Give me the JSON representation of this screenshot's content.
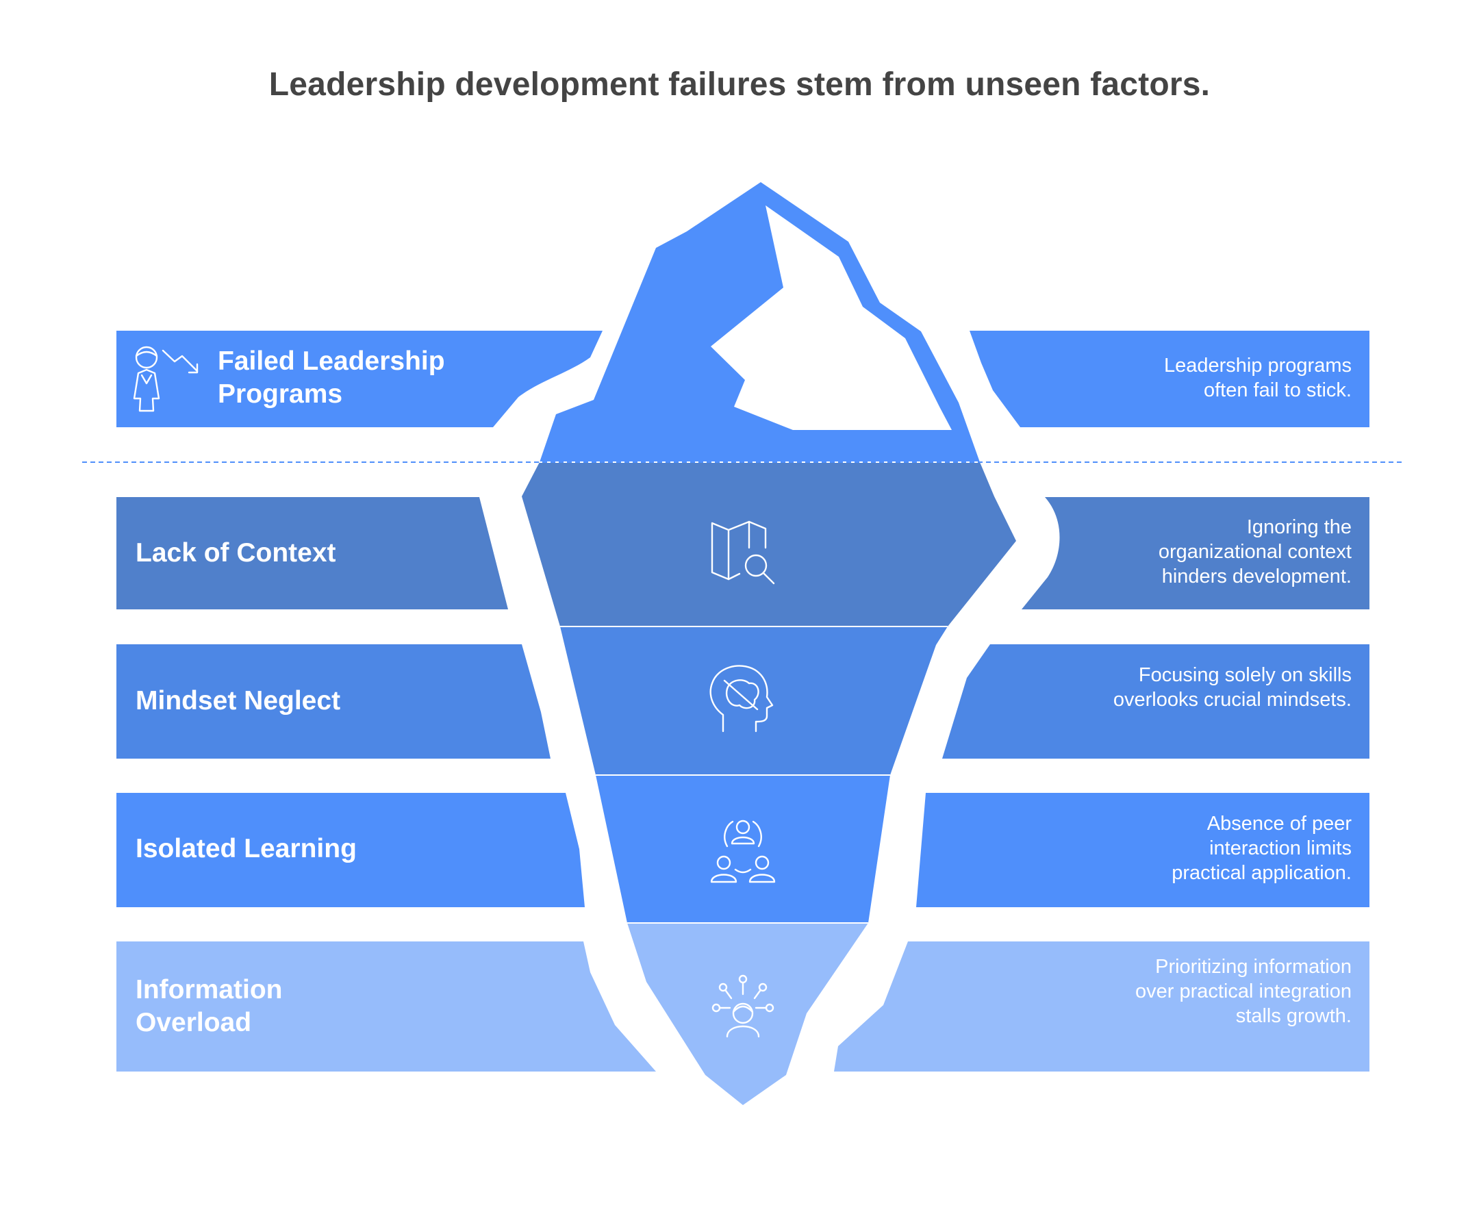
{
  "title": "Leadership development failures stem from unseen factors.",
  "colors": {
    "tip": "#4f8ffb",
    "layer_context": "#5080cb",
    "layer_mindset": "#4d87e5",
    "layer_isolated": "#4f8ffb",
    "layer_overload": "#96bcfb",
    "waterline": "#4f8ffb",
    "title_text": "#444444"
  },
  "layers": [
    {
      "label": "Failed Leadership Programs",
      "description": "Leadership programs often fail to stick.",
      "icon": "person-decline-icon",
      "position": "above-water"
    },
    {
      "label": "Lack of Context",
      "description": "Ignoring the organizational context hinders development.",
      "icon": "map-search-icon",
      "position": "below-water"
    },
    {
      "label": "Mindset Neglect",
      "description": "Focusing solely on skills overlooks crucial mindsets.",
      "icon": "head-mind-icon",
      "position": "below-water"
    },
    {
      "label": "Isolated Learning",
      "description": "Absence of peer interaction limits practical application.",
      "icon": "peer-network-icon",
      "position": "below-water"
    },
    {
      "label": "Information Overload",
      "description": "Prioritizing information over practical integration stalls growth.",
      "icon": "info-overload-icon",
      "position": "below-water"
    }
  ]
}
